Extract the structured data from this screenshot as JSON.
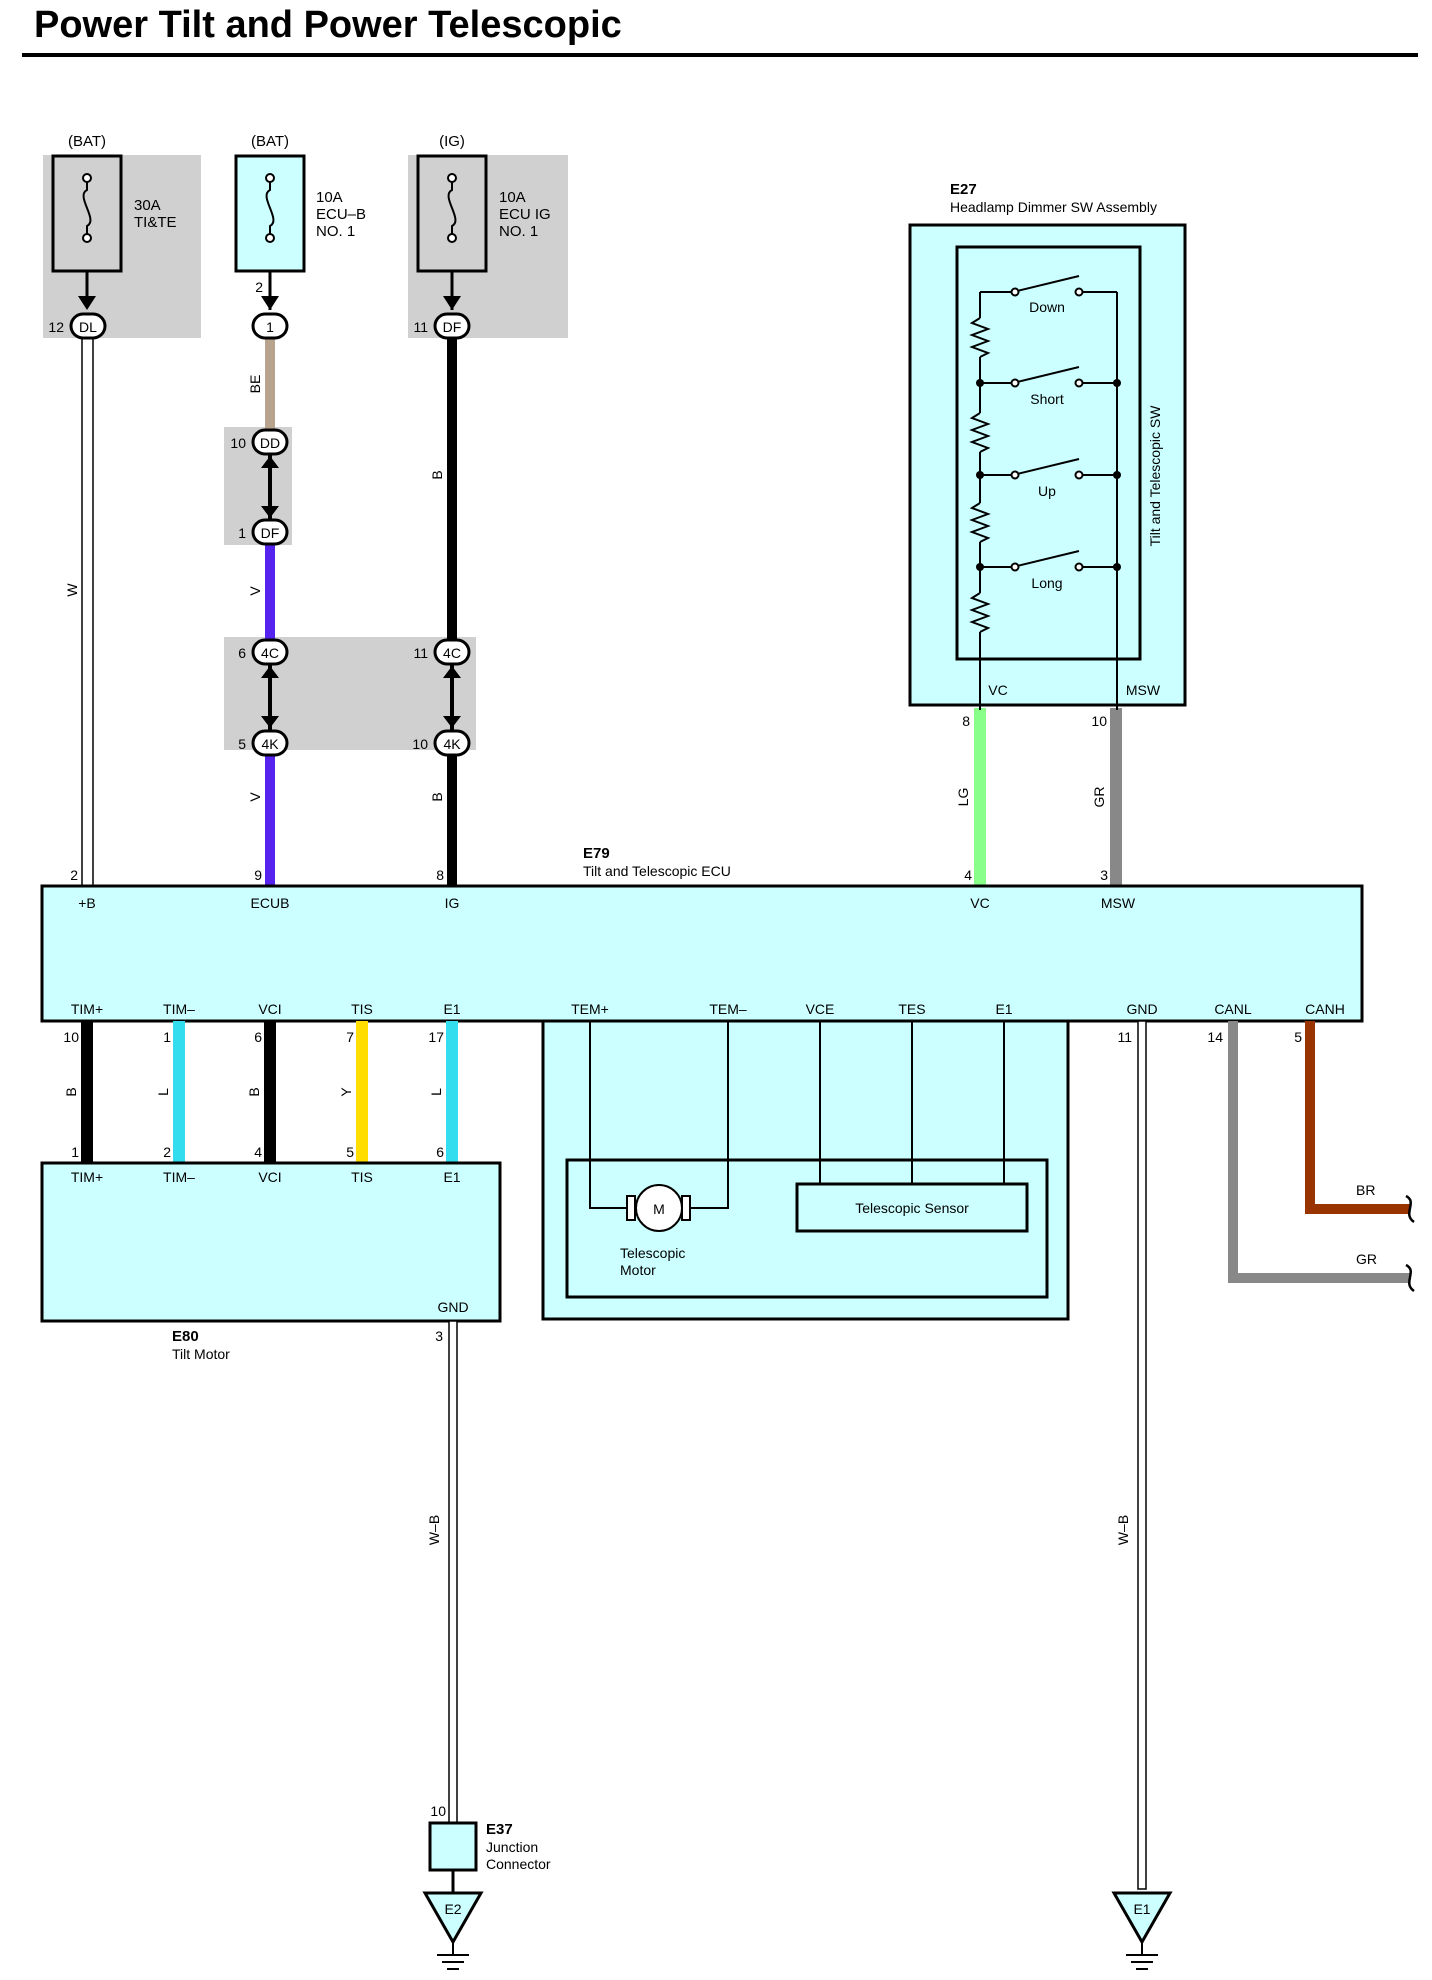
{
  "title": "Power Tilt and Power Telescopic",
  "sources": [
    {
      "label": "(BAT)",
      "fuse_rating": "30A",
      "fuse_name": [
        "TI&TE"
      ],
      "term_pin": "12",
      "term_conn": "DL"
    },
    {
      "label": "(BAT)",
      "fuse_rating": "10A",
      "fuse_name": [
        "ECU–B",
        "NO. 1"
      ],
      "pin_above": "2",
      "term_conn": "1"
    },
    {
      "label": "(IG)",
      "fuse_rating": "10A",
      "fuse_name": [
        "ECU IG",
        "NO. 1"
      ],
      "term_pin": "11",
      "term_conn": "DF"
    }
  ],
  "junctions": [
    {
      "pin_top": "10",
      "top": "DD",
      "pin_bottom": "1",
      "bottom": "DF"
    },
    {
      "pin_top": "6",
      "top": "4C",
      "pin_bottom": "5",
      "bottom": "4K"
    },
    {
      "pin_top": "11",
      "top": "4C",
      "pin_bottom": "10",
      "bottom": "4K"
    }
  ],
  "wire_colors": {
    "w1": "W",
    "w2a": "BE",
    "w2b": "V",
    "w2c": "V",
    "w3a": "B",
    "w3b": "B",
    "vc": "LG",
    "msw": "GR",
    "tim_p": "B",
    "tim_m": "L",
    "vci": "B",
    "tis": "Y",
    "e1": "L",
    "gnd_left": "W–B",
    "gnd_right": "W–B",
    "canh": "BR",
    "canl": "GR"
  },
  "hex_colors": {
    "box": "#ccffff",
    "gray": "#d0d0d0",
    "w_wire": "#ffffff",
    "be_wire": "#b8a48e",
    "v_wire": "#5522ee",
    "b_wire": "#000000",
    "lg_wire": "#88ff88",
    "gr_wire": "#888888",
    "l_wire": "#33ddee",
    "y_wire": "#ffdd00",
    "br_wire": "#993300"
  },
  "e27": {
    "code": "E27",
    "name": "Headlamp Dimmer SW Assembly",
    "side_label": "Tilt and Telescopic SW",
    "switches": [
      "Down",
      "Short",
      "Up",
      "Long"
    ],
    "terms": [
      {
        "name": "VC",
        "pin": "8"
      },
      {
        "name": "MSW",
        "pin": "10"
      }
    ]
  },
  "e79": {
    "code": "E79",
    "name": "Tilt and Telescopic ECU",
    "top_terms": [
      {
        "name": "+B",
        "pin": "2"
      },
      {
        "name": "ECUB",
        "pin": "9"
      },
      {
        "name": "IG",
        "pin": "8"
      },
      {
        "name": "VC",
        "pin": "4"
      },
      {
        "name": "MSW",
        "pin": "3"
      }
    ],
    "bottom_terms": [
      {
        "name": "TIM+",
        "pin": "10"
      },
      {
        "name": "TIM–",
        "pin": "1"
      },
      {
        "name": "VCI",
        "pin": "6"
      },
      {
        "name": "TIS",
        "pin": "7"
      },
      {
        "name": "E1",
        "pin": "17"
      },
      {
        "name": "TEM+"
      },
      {
        "name": "TEM–"
      },
      {
        "name": "VCE"
      },
      {
        "name": "TES"
      },
      {
        "name": "E1"
      },
      {
        "name": "GND",
        "pin": "11"
      },
      {
        "name": "CANL",
        "pin": "14"
      },
      {
        "name": "CANH",
        "pin": "5"
      }
    ]
  },
  "e80": {
    "code": "E80",
    "name": "Tilt Motor",
    "terms": [
      {
        "name": "TIM+",
        "pin": "1"
      },
      {
        "name": "TIM–",
        "pin": "2"
      },
      {
        "name": "VCI",
        "pin": "4"
      },
      {
        "name": "TIS",
        "pin": "5"
      },
      {
        "name": "E1",
        "pin": "6"
      }
    ],
    "gnd": {
      "name": "GND",
      "pin": "3"
    }
  },
  "telescopic": {
    "motor_symbol": "M",
    "motor_label": [
      "Telescopic",
      "Motor"
    ],
    "sensor_label": "Telescopic Sensor"
  },
  "e37": {
    "code": "E37",
    "name": [
      "Junction",
      "Connector"
    ],
    "pin": "10"
  },
  "grounds": [
    "E2",
    "E1"
  ]
}
